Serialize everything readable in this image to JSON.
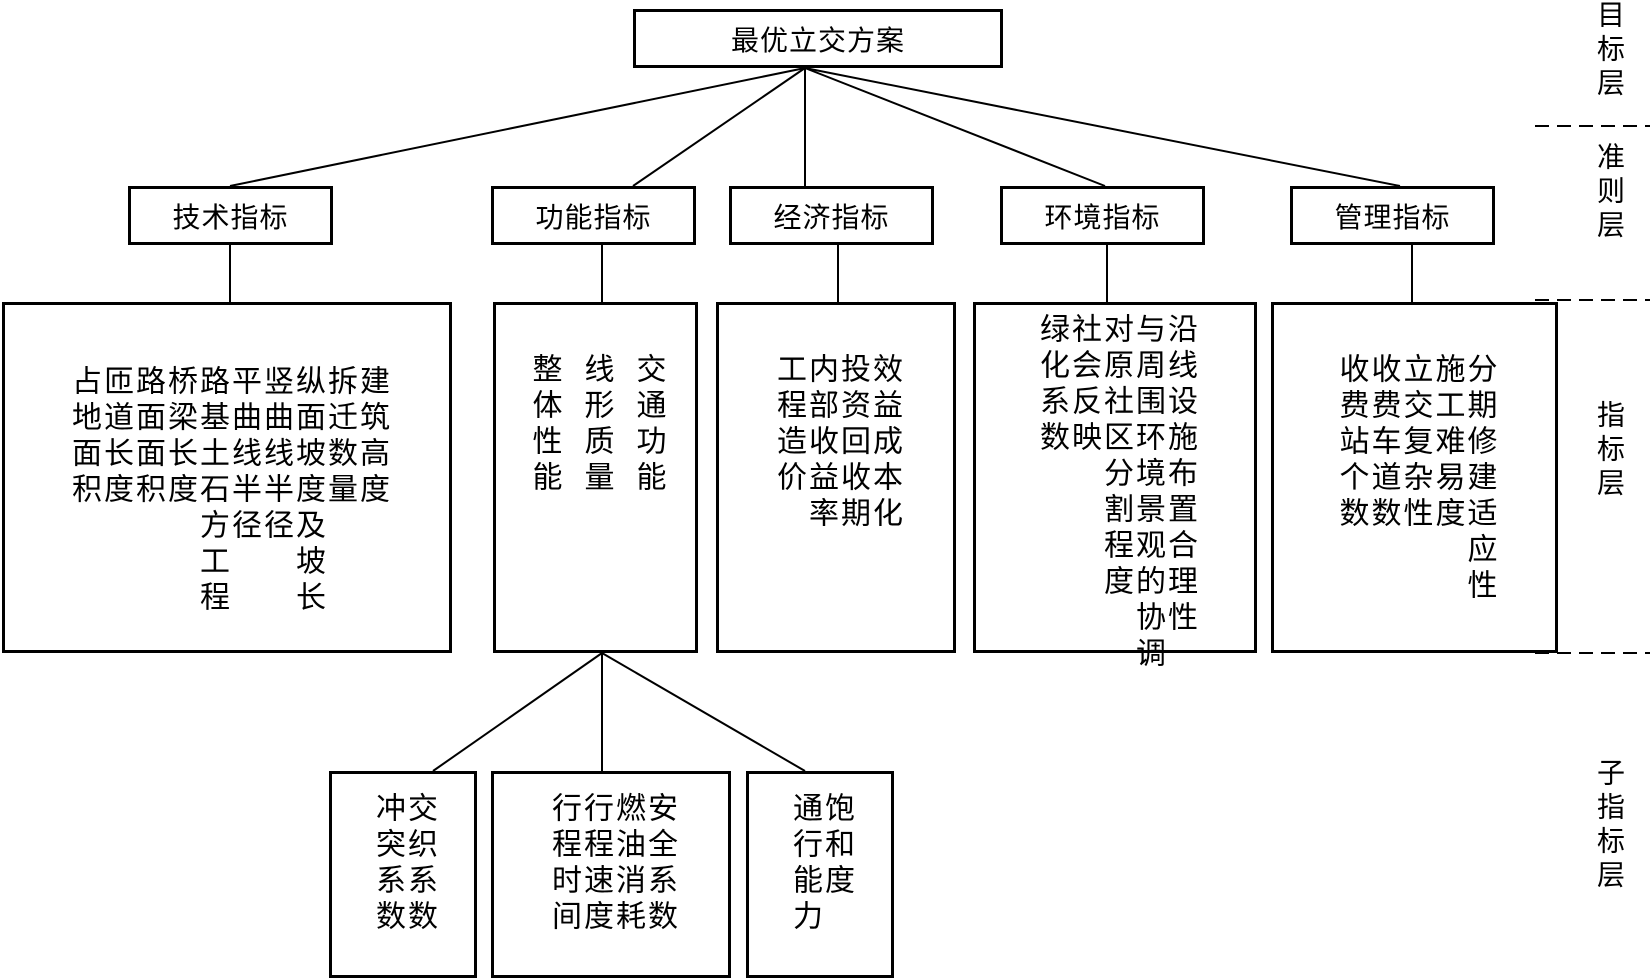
{
  "goal": {
    "label": "最优立交方案"
  },
  "criteria": [
    {
      "label": "技术指标",
      "indicators": [
        "建筑高度",
        "拆迁数量",
        "纵面坡度及坡长",
        "竖曲线半径",
        "平曲线半径",
        "路基土石方工程",
        "桥梁长度",
        "路面面积",
        "匝道长度",
        "占地面积"
      ]
    },
    {
      "label": "功能指标",
      "indicators": [
        "交通功能",
        "线形质量",
        "整体性能"
      ]
    },
    {
      "label": "经济指标",
      "indicators": [
        "效益成本化",
        "投资回收期",
        "内部收益率",
        "工程造价"
      ]
    },
    {
      "label": "环境指标",
      "indicators": [
        "沿线设施布置合理性",
        "与周围环境景观的协调",
        "对原社区分割程度",
        "社会反映",
        "绿化系数"
      ]
    },
    {
      "label": "管理指标",
      "indicators": [
        "分期修建适应性",
        "施工难易度",
        "立交复杂性",
        "收费车道数",
        "收费站个数"
      ]
    }
  ],
  "sub_indicators": [
    {
      "items": [
        "交织系数",
        "冲突系数"
      ]
    },
    {
      "items": [
        "安全系数",
        "燃油消耗",
        "行程速度",
        "行程时间"
      ]
    },
    {
      "items": [
        "饱和度",
        "通行能力"
      ]
    }
  ],
  "layers": [
    "目标层",
    "准则层",
    "指标层",
    "子指标层"
  ]
}
